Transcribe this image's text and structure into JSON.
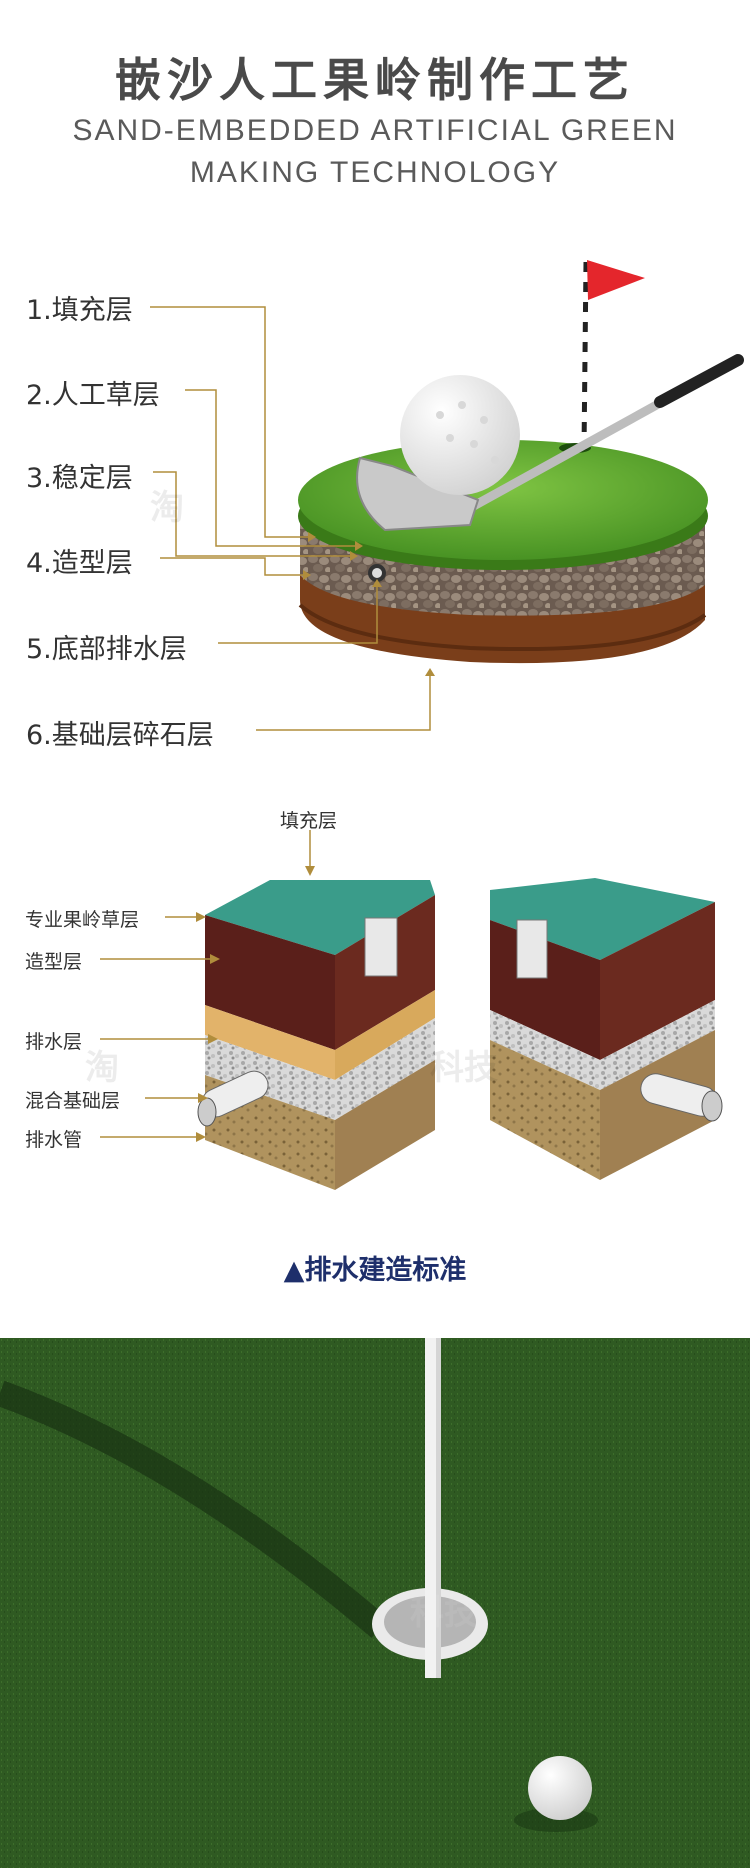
{
  "header": {
    "title_cn": "嵌沙人工果岭制作工艺",
    "title_en_line1": "SAND-EMBEDDED ARTIFICIAL GREEN",
    "title_en_line2": "MAKING TECHNOLOGY"
  },
  "layers": [
    {
      "label": "1.填充层"
    },
    {
      "label": "2.人工草层"
    },
    {
      "label": "3.稳定层"
    },
    {
      "label": "4.造型层"
    },
    {
      "label": "5.底部排水层"
    },
    {
      "label": "6.基础层碎石层"
    }
  ],
  "drainage_diagram": {
    "top_label": "填充层",
    "labels": [
      "专业果岭草层",
      "造型层",
      "排水层",
      "混合基础层",
      "排水管"
    ],
    "caption": "▲排水建造标准"
  },
  "watermarks": [
    "淘",
    "科技"
  ],
  "colors": {
    "accent_line": "#b08d3c",
    "caption": "#1e2f6b",
    "turf": "#2f5a22"
  }
}
